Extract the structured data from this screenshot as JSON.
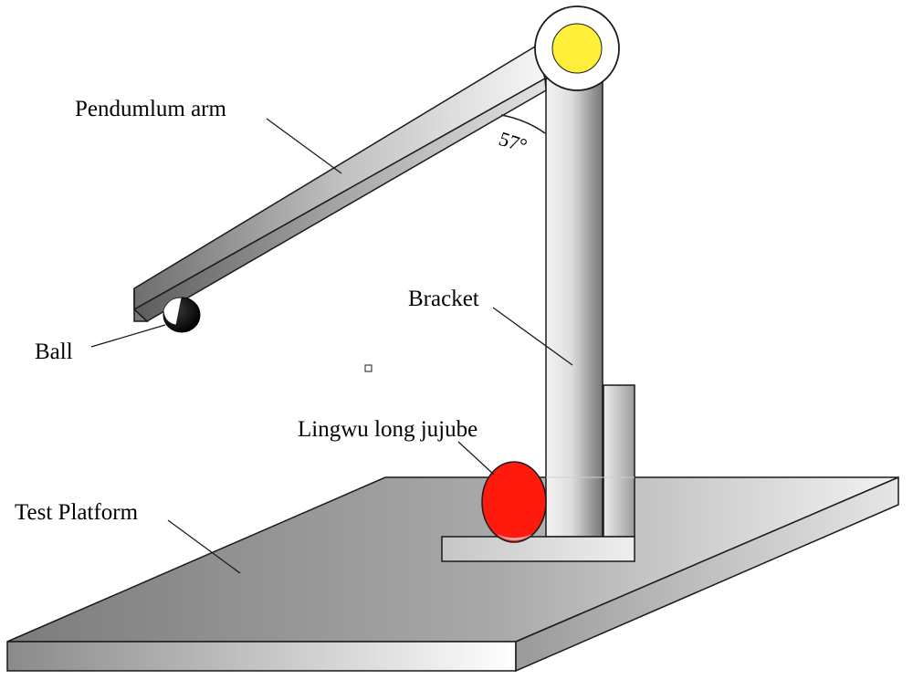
{
  "labels": {
    "pendulum_arm": "Pendumlum arm",
    "ball": "Ball",
    "bracket": "Bracket",
    "jujube": "Lingwu long jujube",
    "platform": "Test Platform",
    "angle": "57°"
  },
  "colors": {
    "outline": "#1a1a1a",
    "metal_dark": "#6e6e6e",
    "metal_light": "#f4f4f4",
    "platform_dark": "#7c7c7c",
    "pivot_fill": "#ffef3a",
    "jujube_fill": "#ff1a0e",
    "jujube_highlight": "#ffb3b3",
    "ball_fill": "#0a0a0a"
  }
}
